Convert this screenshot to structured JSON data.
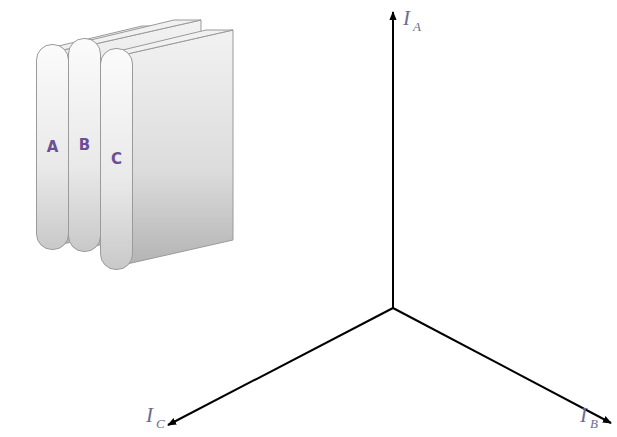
{
  "diagram": {
    "nodes": [
      {
        "text": [
          "A"
        ]
      },
      {
        "text": [
          "B"
        ]
      },
      {
        "text": [
          "C"
        ]
      }
    ],
    "labels": [
      "I",
      "A",
      "I",
      "C",
      "I",
      "B"
    ]
  }
}
